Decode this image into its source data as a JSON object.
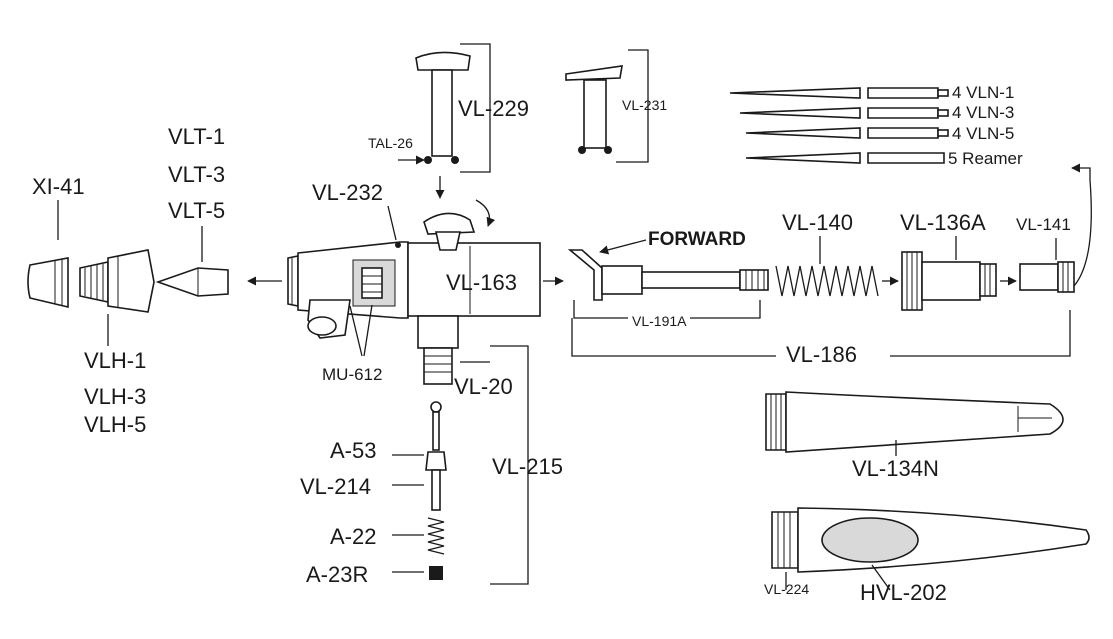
{
  "labels": {
    "xi41": "XI-41",
    "vlt1": "VLT-1",
    "vlt3": "VLT-3",
    "vlt5": "VLT-5",
    "vlh1": "VLH-1",
    "vlh3": "VLH-3",
    "vlh5": "VLH-5",
    "vl232": "VL-232",
    "tal26": "TAL-26",
    "vl229": "VL-229",
    "vl231": "VL-231",
    "vl163": "VL-163",
    "mu612": "MU-612",
    "vl20": "VL-20",
    "a53": "A-53",
    "vl214": "VL-214",
    "a22": "A-22",
    "a23r": "A-23R",
    "vl215": "VL-215",
    "forward": "FORWARD",
    "vl140": "VL-140",
    "vl136a": "VL-136A",
    "vl141": "VL-141",
    "vl191a": "VL-191A",
    "vl186": "VL-186",
    "vln1": "4   VLN-1",
    "vln3": "4   VLN-3",
    "vln5": "4   VLN-5",
    "reamer": "5 Reamer",
    "vl134n": "VL-134N",
    "vl224": "VL-224",
    "hvl202": "HVL-202"
  },
  "colors": {
    "ink": "#1a1a1a",
    "background": "#ffffff",
    "shade": "#d9d9d9"
  }
}
